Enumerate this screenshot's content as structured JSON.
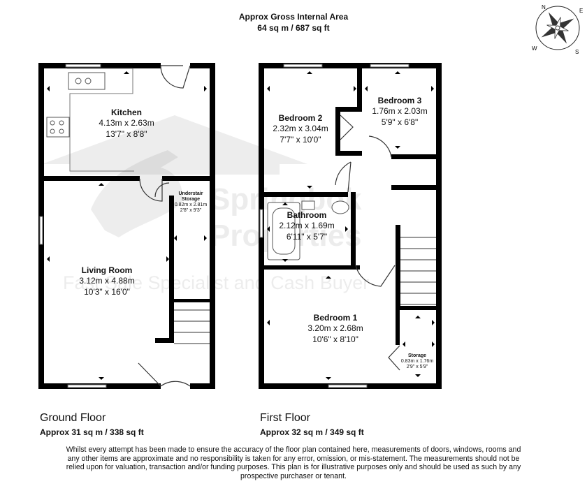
{
  "header": {
    "line1": "Approx Gross Internal Area",
    "line2": "64 sq m / 687 sq ft"
  },
  "compass": {
    "n": "N",
    "e": "E",
    "s": "S",
    "w": "W"
  },
  "watermark": {
    "line1": "Springbok",
    "line2": "Properties",
    "tagline": "Fast Sale Specialist and Cash Buyer"
  },
  "ground_floor": {
    "title": "Ground Floor",
    "area": "Approx 31 sq m / 338 sq ft",
    "rooms": {
      "kitchen": {
        "name": "Kitchen",
        "metric": "4.13m x 2.63m",
        "imperial": "13'7\" x 8'8\""
      },
      "living": {
        "name": "Living Room",
        "metric": "3.12m x 4.88m",
        "imperial": "10'3\" x 16'0\""
      },
      "storage": {
        "name_l1": "Understair",
        "name_l2": "Storage",
        "metric": "0.82m x 2.81m",
        "imperial": "2'8\" x 9'3\""
      }
    }
  },
  "first_floor": {
    "title": "First Floor",
    "area": "Approx 32 sq m / 349 sq ft",
    "rooms": {
      "bed2": {
        "name": "Bedroom 2",
        "metric": "2.32m x 3.04m",
        "imperial": "7'7\" x 10'0\""
      },
      "bed3": {
        "name": "Bedroom 3",
        "metric": "1.76m x 2.03m",
        "imperial": "5'9\" x 6'8\""
      },
      "bath": {
        "name": "Bathroom",
        "metric": "2.12m x 1.69m",
        "imperial": "6'11\" x 5'7\""
      },
      "bed1": {
        "name": "Bedroom 1",
        "metric": "3.20m x 2.68m",
        "imperial": "10'6\" x 8'10\""
      },
      "storage": {
        "name": "Storage",
        "metric": "0.83m x 1.76m",
        "imperial": "2'9\" x 5'9\""
      }
    }
  },
  "disclaimer": {
    "line1": "Whilst every attempt has been made to ensure the accuracy of the floor plan contained here, measurements of doors, windows, rooms and",
    "line2": "any other items are approximate and no responsibility is taken for any error, omission, or mis-statement. The measurements should not be",
    "line3": "relied upon for valuation, transaction and/or funding purposes. This plan is for illustrative purposes only and should be used as such by any",
    "line4": "prospective purchaser or tenant."
  }
}
